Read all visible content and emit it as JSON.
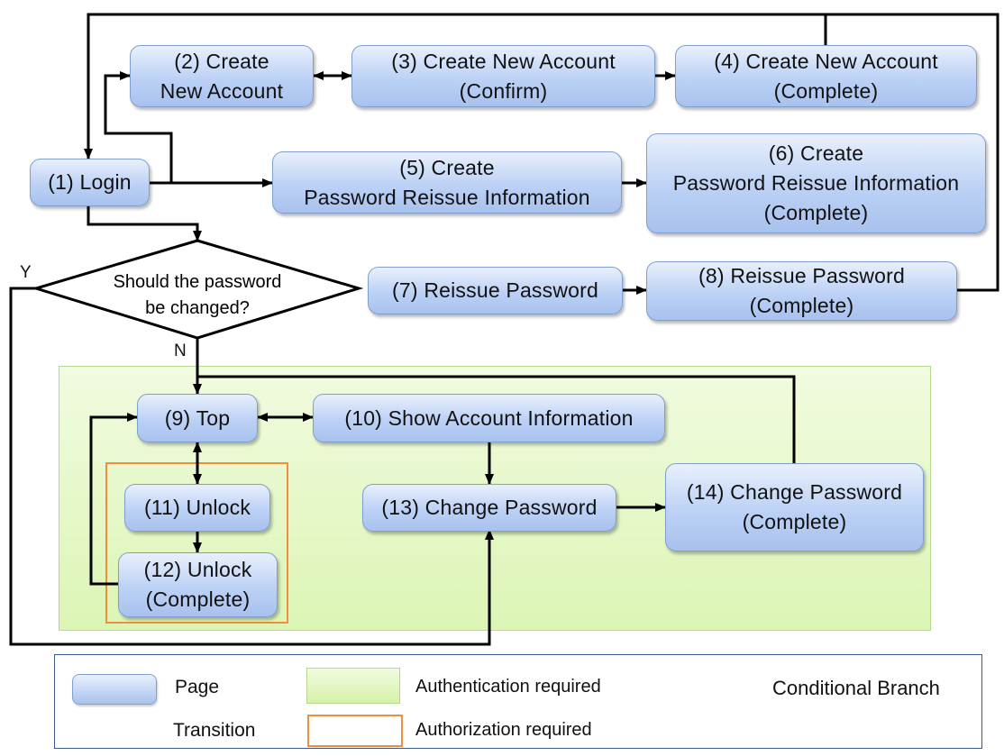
{
  "nodes": {
    "login": "(1) Login",
    "create_account": "(2) Create\nNew Account",
    "create_account_confirm": "(3) Create New Account\n(Confirm)",
    "create_account_complete": "(4) Create New Account\n(Complete)",
    "create_reissue_info": "(5) Create\nPassword Reissue Information",
    "create_reissue_info_complete": "(6) Create\nPassword Reissue Information\n(Complete)",
    "reissue_password": "(7) Reissue Password",
    "reissue_password_complete": "(8) Reissue Password\n(Complete)",
    "top": "(9) Top",
    "show_account_info": "(10) Show Account Information",
    "unlock": "(11) Unlock",
    "unlock_complete": "(12) Unlock\n(Complete)",
    "change_password": "(13) Change Password",
    "change_password_complete": "(14) Change Password\n(Complete)"
  },
  "decision": {
    "question_line1": "Should the password",
    "question_line2": "be changed?",
    "yes_label": "Y",
    "no_label": "N"
  },
  "legend": {
    "page": "Page",
    "transition": "Transition",
    "authentication": "Authentication required",
    "authorization": "Authorization required",
    "conditional": "Conditional Branch"
  },
  "colors": {
    "page_fill": "#bcd1f5",
    "page_border": "#7f9fcf",
    "authentication_fill": "#dcf5b4",
    "authorization_border": "#ef8f3e",
    "line": "#000000"
  }
}
